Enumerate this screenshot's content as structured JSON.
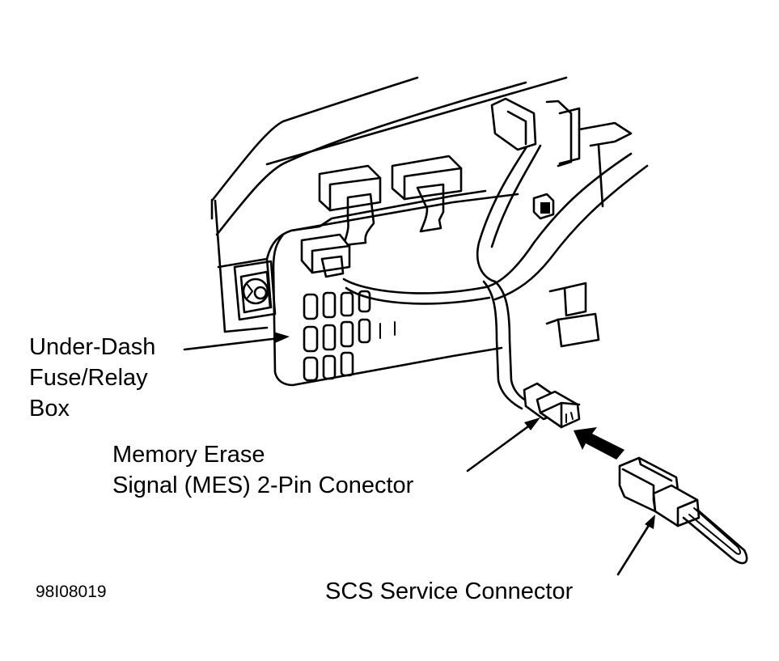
{
  "figure": {
    "id": "98I08019",
    "colors": {
      "ink": "#000000",
      "background": "#ffffff"
    }
  },
  "labels": {
    "fuse_box": {
      "lines": [
        "Under-Dash",
        "Fuse/Relay",
        "Box"
      ]
    },
    "mes_connector": {
      "lines": [
        "Memory Erase",
        "Signal (MES) 2-Pin Conector"
      ]
    },
    "scs_connector": {
      "lines": [
        "SCS Service Connector"
      ]
    }
  },
  "arrows": {
    "insert_direction": "scs-connector-into-mes-connector"
  }
}
